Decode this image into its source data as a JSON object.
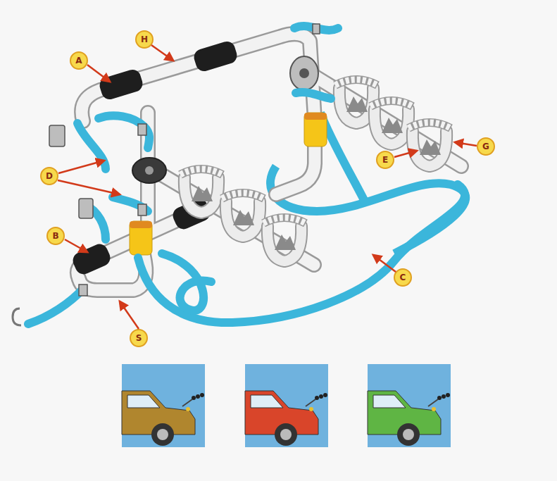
{
  "diagram": {
    "labels": [
      "H",
      "A",
      "G",
      "E",
      "D",
      "B",
      "C",
      "S"
    ]
  }
}
